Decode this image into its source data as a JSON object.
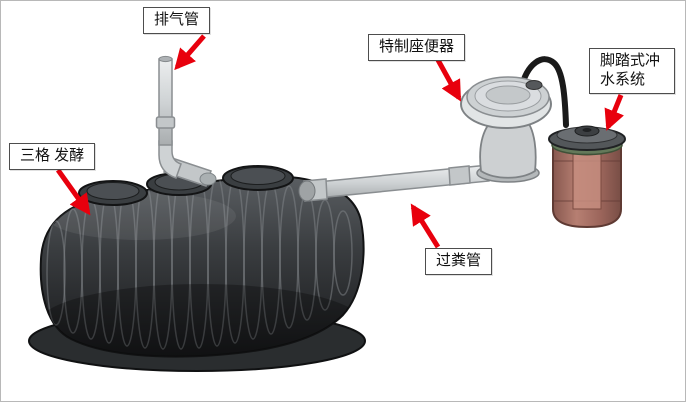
{
  "labels": {
    "vent_pipe": "排气管",
    "special_toilet": "特制座便器",
    "foot_flush_system": "脚踏式冲水系统",
    "three_chamber_tank": "三格 发酵",
    "waste_pipe": "过粪管"
  },
  "colors": {
    "arrow": "#e8000d",
    "label_border": "#4d4d4d",
    "label_bg": "#ffffff",
    "pipe_gray": "#d7dadc",
    "tank_dark": "#2f3235",
    "container_body": "#9d6055",
    "lid_gray": "#53575a"
  }
}
